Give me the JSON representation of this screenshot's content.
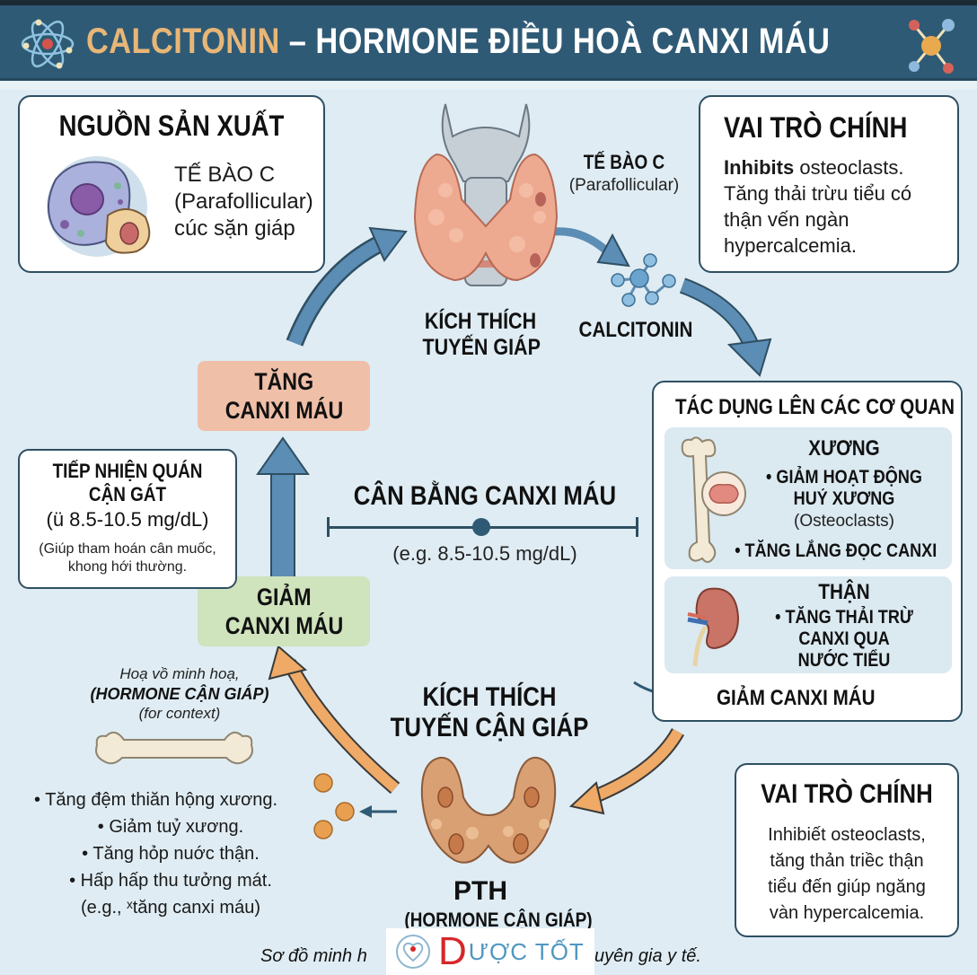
{
  "header": {
    "title_accent": "CALCITONIN",
    "title_rest": " – HORMONE ĐIỀU HOÀ CANXI MÁU",
    "left_icon": "atom-icon",
    "right_icon": "molecule-icon",
    "colors": {
      "background": "#2f5a75",
      "accent": "#e8b677",
      "text": "#ffffff"
    }
  },
  "source_card": {
    "title": "NGUỒN SẢN XUẤT",
    "lines": [
      "TẾ BÀO C",
      "(Parafollicular)",
      "cúc sặn giáp"
    ],
    "icon": "cell-icon"
  },
  "role_card_top": {
    "title": "VAI TRÒ CHÍNH",
    "bold_lead": "Inhibits",
    "line1_rest": " osteoclasts.",
    "lines": [
      "Tăng thải trừu tiểu có",
      "thận vến ngàn",
      "hypercalcemia."
    ]
  },
  "thyroid": {
    "icon": "thyroid-gland-icon",
    "ccell_label": "TẾ BÀO C",
    "ccell_sub": "(Parafollicular)",
    "stim_label_1": "KÍCH THÍCH",
    "stim_label_2": "TUYẾN GIÁP",
    "hormone_label": "CALCITONIN"
  },
  "cycle": {
    "increase_1": "TĂNG",
    "increase_2": "CANXI MÁU",
    "decrease_1": "GIẢM",
    "decrease_2": "CANXI MÁU",
    "colors": {
      "increase": "#efbfa8",
      "decrease": "#cfe3bd",
      "blue_arrow": "#5b8db5",
      "orange_arrow": "#eeaa66"
    }
  },
  "receptor_card": {
    "title_1": "TIẾP NHIỆN QUÁN",
    "title_2": "CẬN GÁT",
    "range": "(ü 8.5-10.5 mg/dL)",
    "note_1": "(Giúp tham hoán cân muốc,",
    "note_2": "khong hới thường."
  },
  "balance": {
    "title": "CÂN BẰNG CANXI MÁU",
    "range": "(e.g. 8.5-10.5 mg/dL)"
  },
  "effects_card": {
    "title": "TÁC DỤNG LÊN CÁC CƠ QUAN",
    "bone": {
      "title": "XƯƠNG",
      "line1": "• GIẢM HOẠT ĐỘNG",
      "line2": "HUỶ XƯƠNG",
      "sub": "(Osteoclasts)",
      "line3": "• TĂNG LẮNG ĐỌC CANXI",
      "icon": "bone-icon"
    },
    "kidney": {
      "title": "THẬN",
      "line1": "• TĂNG THẢI TRỪ",
      "line2": "CANXI QUA",
      "line3": "NƯỚC TIỂU",
      "icon": "kidney-icon"
    },
    "result": "GIẢM CANXI MÁU"
  },
  "parathyroid": {
    "stim_1": "KÍCH THÍCH",
    "stim_2": "TUYẾN CẬN GIÁP",
    "hormone": "PTH",
    "hormone_sub": "(HORMONE CẬN GIÁP)",
    "icon": "parathyroid-gland-icon"
  },
  "context_note": {
    "line1": "Hoạ vồ minh hoạ,",
    "line2": "(HORMONE CẬN GIÁP)",
    "line3": "(for context)"
  },
  "pth_effects": [
    "• Tăng đệm thiăn hộng xương.",
    "• Giảm tuỷ xương.",
    "• Tăng hỏp nuớc thận.",
    "• Hấp hấp thu tưởng mát.",
    "(e.g., ˣtăng canxi máu)"
  ],
  "role_card_bottom": {
    "title": "VAI TRÒ CHÍNH",
    "lines": [
      "Inhibiết osteoclasts,",
      "tăng thản triềc thận",
      "tiểu đến giúp ngăng",
      "vàn hypercalcemia."
    ]
  },
  "footer": {
    "left": "Sơ đồ minh h",
    "right": "uyên gia y tế."
  },
  "watermark": {
    "d": "D",
    "text": "ƯỢC TỐT",
    "icon": "heart-logo-icon"
  }
}
